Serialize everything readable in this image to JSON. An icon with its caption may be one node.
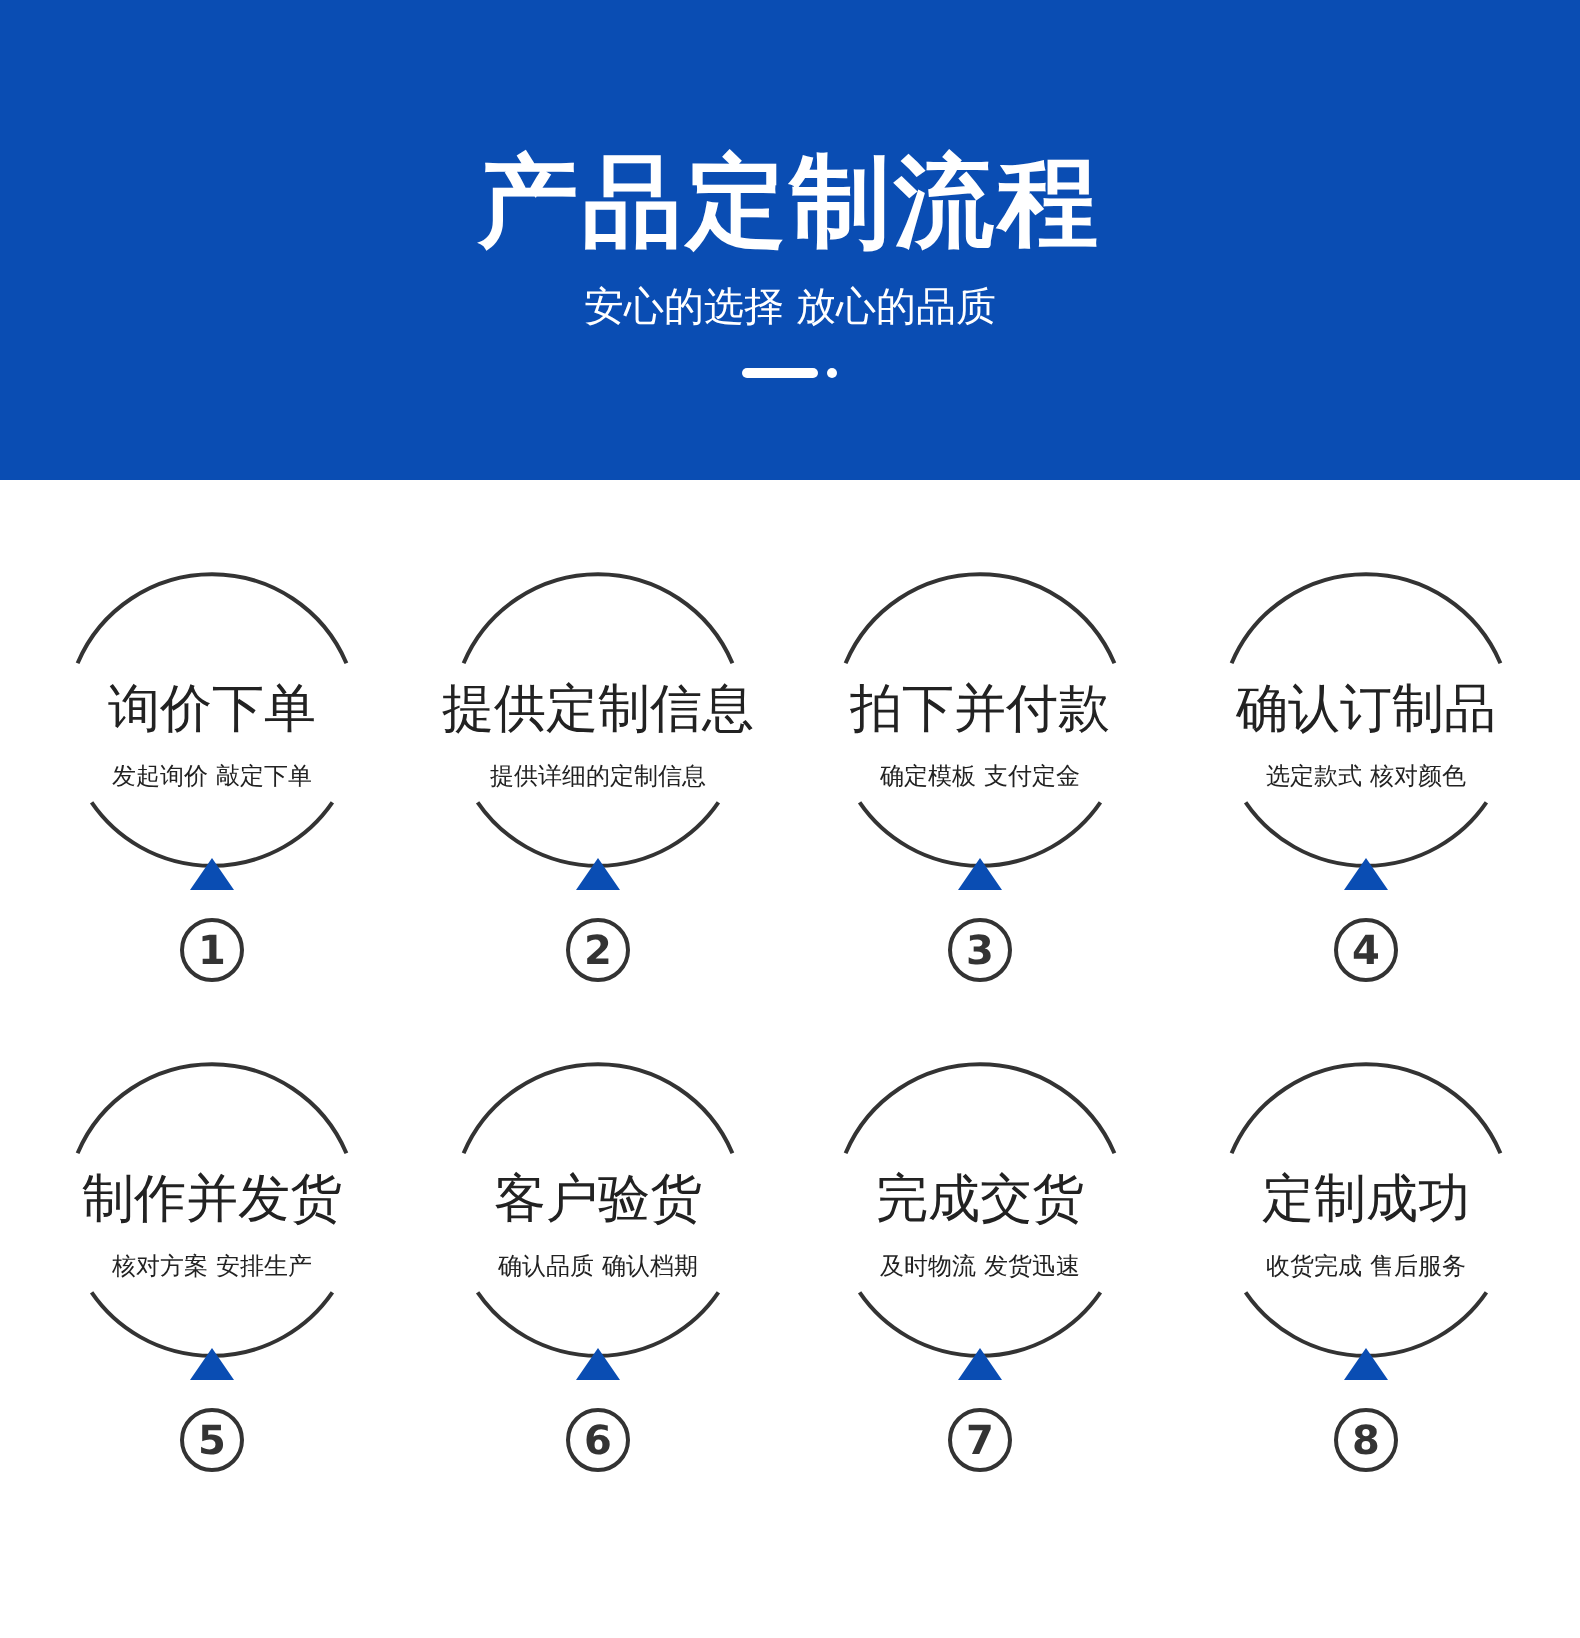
{
  "diagram": {
    "title": "产品定制流程",
    "nodes": [
      {
        "text": [
          "询价下单",
          "发起询价 敲定下单"
        ],
        "beside": [
          "1"
        ]
      },
      {
        "text": [
          "提供定制信息",
          "提供详细的定制信息"
        ],
        "beside": [
          "2"
        ]
      },
      {
        "text": [
          "拍下并付款",
          "确定模板 支付定金"
        ],
        "beside": [
          "3"
        ]
      },
      {
        "text": [
          "确认订制品",
          "选定款式 核对颜色"
        ],
        "beside": [
          "4"
        ]
      },
      {
        "text": [
          "制作并发货",
          "核对方案 安排生产"
        ],
        "beside": [
          "5"
        ]
      },
      {
        "text": [
          "客户验货",
          "确认品质 确认档期"
        ],
        "beside": [
          "6"
        ]
      },
      {
        "text": [
          "完成交货",
          "及时物流 发货迅速"
        ],
        "beside": [
          "7"
        ]
      },
      {
        "text": [
          "定制成功",
          "收货完成 售后服务"
        ],
        "beside": [
          "8"
        ]
      }
    ],
    "labels": [
      "安心的选择 放心的品质"
    ]
  }
}
